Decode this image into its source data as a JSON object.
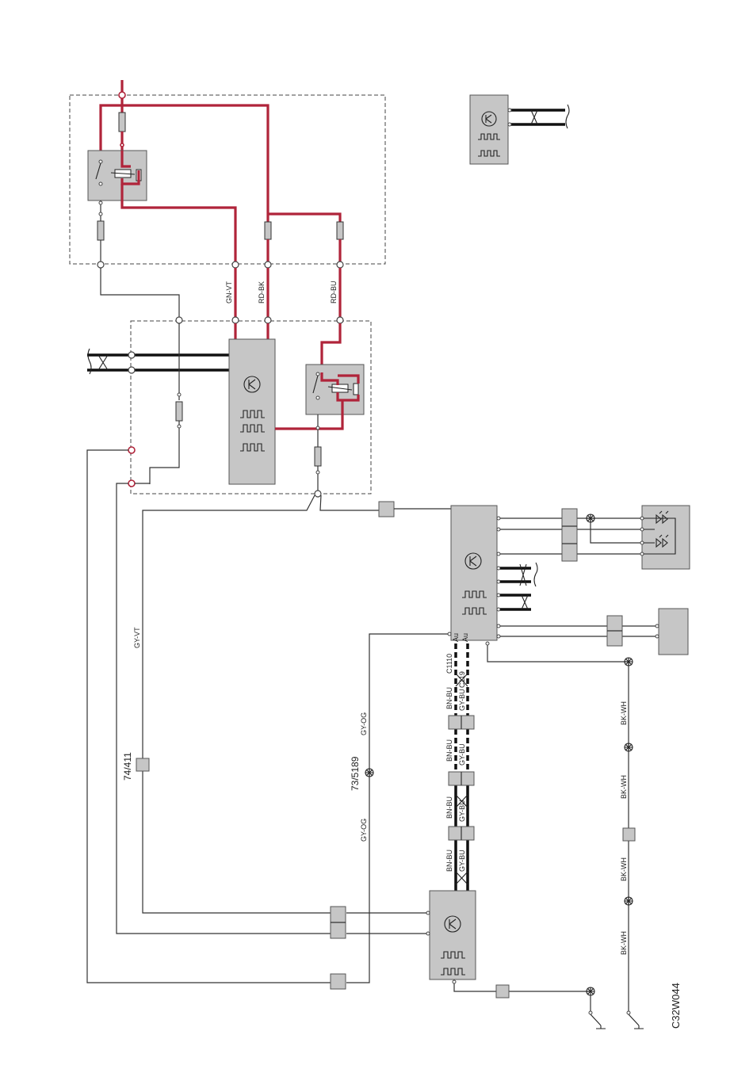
{
  "labels": {
    "gn_vt": "GN-VT",
    "rd_bk": "RD-BK",
    "rd_bu": "RD-BU",
    "gy_vt": "GY-VT",
    "gy_og_upper": "GY-OG",
    "gy_og_lower": "GY-OG",
    "splice_73": "73/5189",
    "ground_74": "74/411",
    "c1110": "C1110",
    "c119": "C119",
    "bn_bu_1": "BN-BU",
    "bn_bu_2": "BN-BU",
    "bn_bu_3": "BN-BU",
    "bn_bu_4": "BN-BU",
    "gy_bu_1": "GY-BU",
    "gy_bu_2": "GY-BU",
    "gy_bu_3": "GY-BU",
    "gy_bu_4": "GY-BU",
    "au_1": "Au",
    "au_2": "Au",
    "bk_wh_1": "BK-WH",
    "bk_wh_2": "BK-WH",
    "bk_wh_3": "BK-WH",
    "bk_wh_4": "BK-WH",
    "diagram_code": "C32W044"
  },
  "colors": {
    "power_wire": "#b0243a",
    "signal_wire": "#333333",
    "module_fill": "#c6c6c6"
  }
}
